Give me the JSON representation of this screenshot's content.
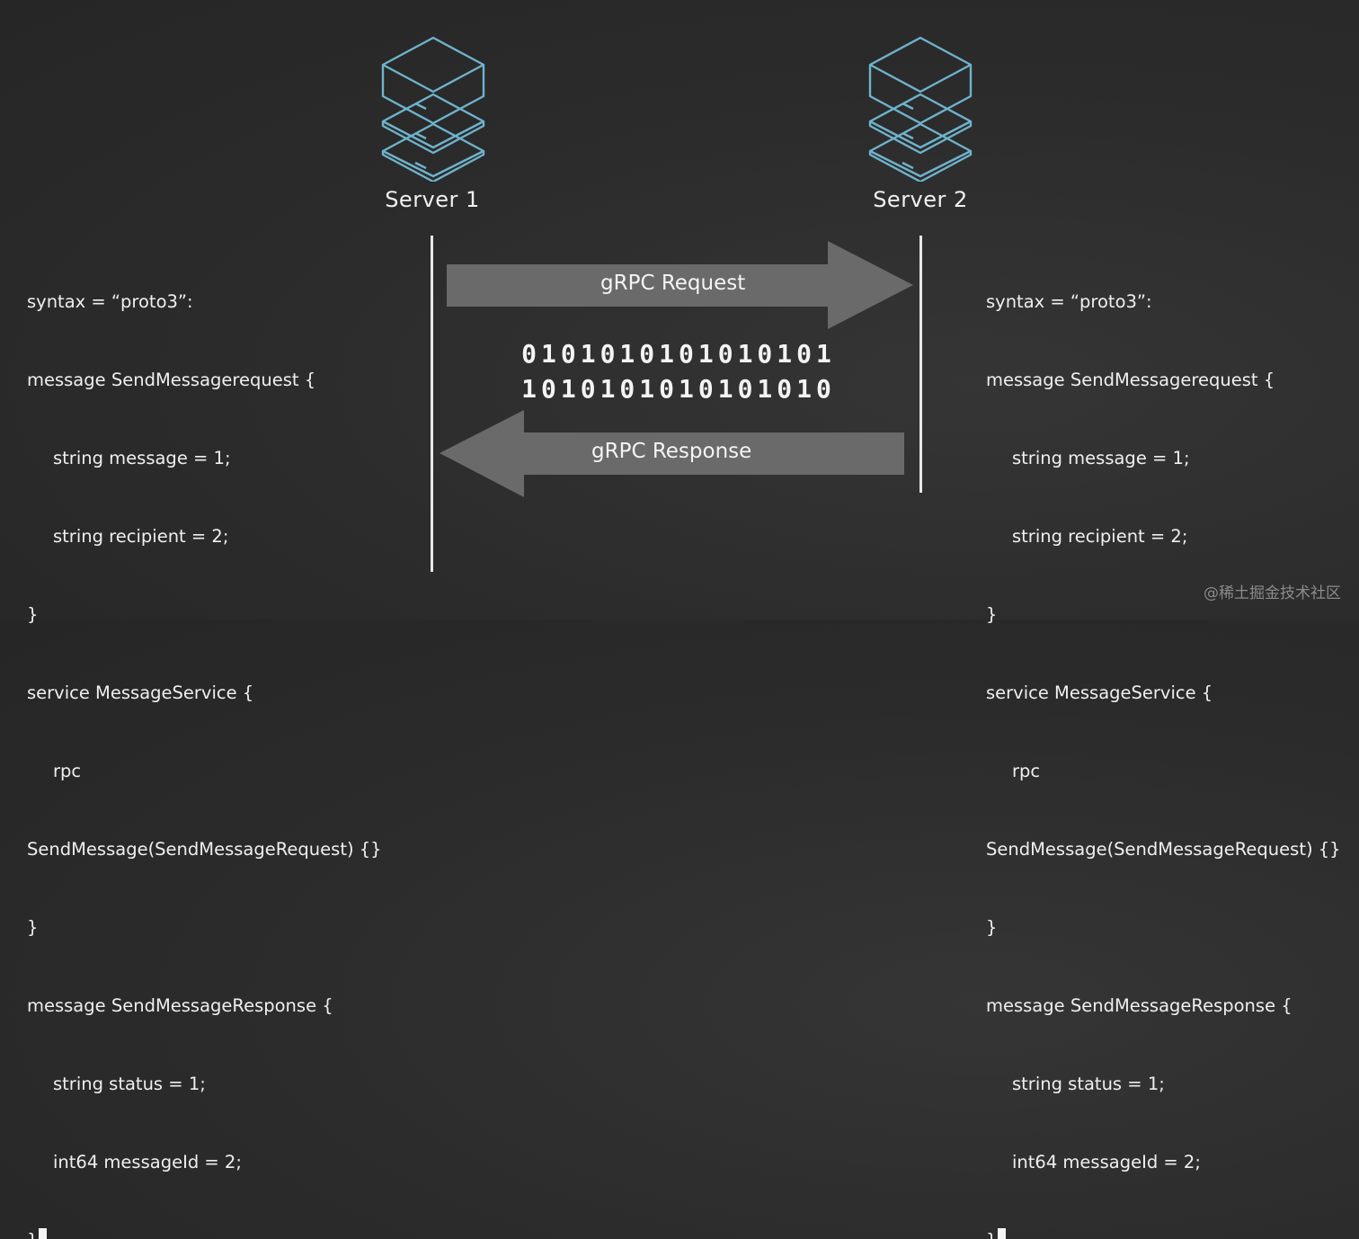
{
  "servers": [
    {
      "label": "Server 1",
      "icon": "server-stack-icon"
    },
    {
      "label": "Server 2",
      "icon": "server-stack-icon"
    }
  ],
  "arrows": {
    "request_label": "gRPC Request",
    "response_label": "gRPC Response"
  },
  "binary": {
    "line1": "0101010101010101",
    "line2": "1010101010101010"
  },
  "proto_code": {
    "lines": [
      "syntax = “proto3”:",
      "message SendMessagerequest {",
      "string message = 1;",
      "string recipient = 2;",
      "}",
      "service MessageService {",
      "rpc",
      "SendMessage(SendMessageRequest) {}",
      "}",
      "message SendMessageResponse {",
      "string status = 1;",
      "int64 messageId = 2;",
      "}"
    ]
  },
  "colors": {
    "background": "#2b2b2b",
    "server_outline": "#6fb3cc",
    "arrow_fill": "#6a6a6a",
    "text": "#f2f2f2"
  },
  "watermark": "@稀土掘金技术社区"
}
